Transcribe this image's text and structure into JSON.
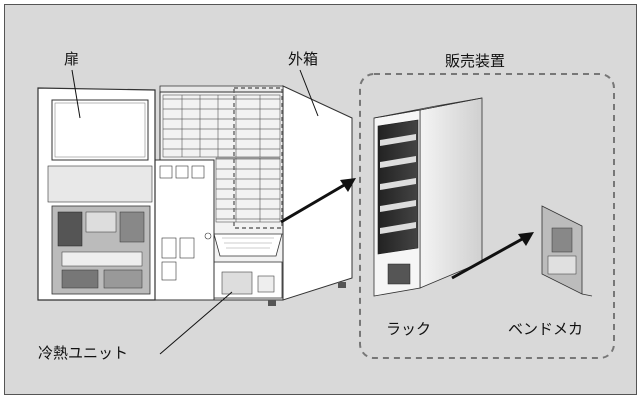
{
  "labels": {
    "door": "扉",
    "cabinet": "外箱",
    "vending_unit": "販売装置",
    "refrigeration_unit": "冷熱ユニット",
    "rack": "ラック",
    "vend_mechanism": "ベンドメカ"
  }
}
